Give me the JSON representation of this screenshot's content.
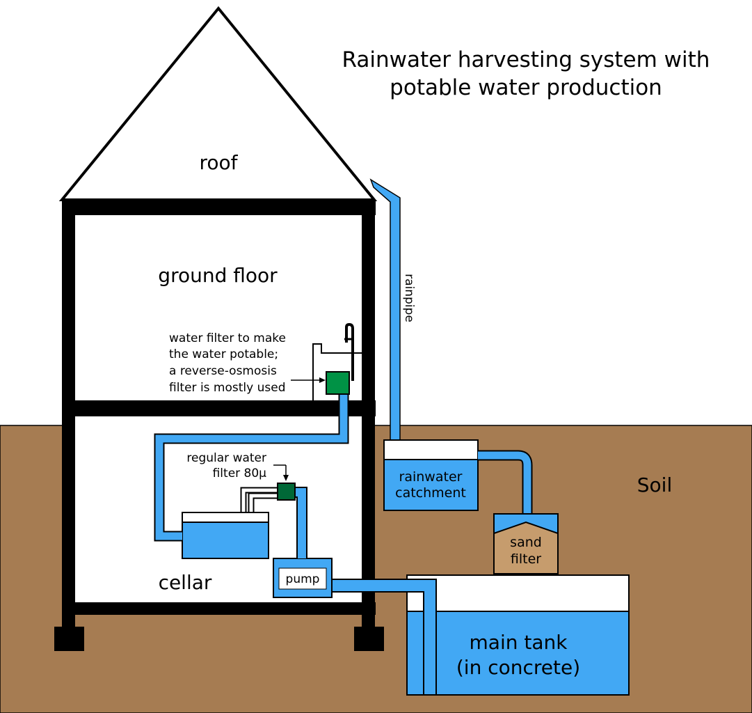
{
  "title": {
    "line1": "Rainwater harvesting system with",
    "line2": "potable water production"
  },
  "labels": {
    "roof": "roof",
    "ground_floor": "ground floor",
    "cellar": "cellar",
    "soil": "Soil",
    "rainpipe": "rainpipe",
    "rainwater_catchment": [
      "rainwater",
      "catchment"
    ],
    "sand_filter": [
      "sand",
      "filter"
    ],
    "main_tank": [
      "main tank",
      "(in concrete)"
    ],
    "pump": "pump",
    "regular_filter": [
      "regular water",
      "filter 80µ"
    ],
    "potable_filter": [
      "water filter to make",
      "the water potable;",
      "a reverse-osmosis",
      "filter is mostly used"
    ]
  },
  "colors": {
    "water": "#42a8f4",
    "soil": "#a67c52",
    "sand": "#c69c6d",
    "potable_filter": "#009245",
    "regular_filter": "#006837",
    "structure": "#000000",
    "background": "#ffffff"
  }
}
